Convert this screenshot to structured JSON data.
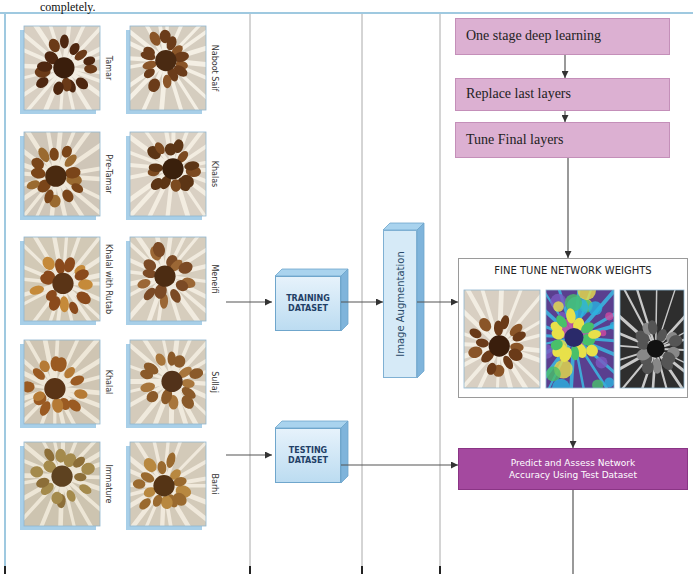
{
  "diagram": {
    "nodes": [
      {
        "text": [
          "TRAINING DATASET"
        ]
      },
      {
        "text": [
          "TESTING DATASET"
        ]
      },
      {
        "text": [
          "Image Augmentation"
        ]
      },
      {
        "text": [
          "One stage deep learning"
        ]
      },
      {
        "text": [
          "Replace last layers"
        ]
      },
      {
        "text": [
          "Tune Final layers"
        ]
      },
      {
        "text": [
          "FINE TUNE NETWORK WEIGHTS"
        ]
      },
      {
        "text": [
          "Predict and Assess Network Accuracy Using Test Dataset"
        ]
      }
    ],
    "edges": [
      {
        "from": 0,
        "to": 2,
        "arrow": "to"
      },
      {
        "from": 2,
        "to": 6,
        "arrow": "to"
      },
      {
        "from": 3,
        "to": 4,
        "arrow": "to"
      },
      {
        "from": 4,
        "to": 5,
        "arrow": "to"
      },
      {
        "from": 5,
        "to": 6,
        "arrow": "to"
      },
      {
        "from": 6,
        "to": 7,
        "arrow": "to"
      },
      {
        "from": 1,
        "to": 7,
        "arrow": "to"
      }
    ],
    "labels": [
      "completely.",
      "Tamar",
      "Naboot Saif",
      "Pre-Tamar",
      "Khalas",
      "Khalal with Rutab",
      "Meneifi",
      "Khalal",
      "Sullaj",
      "Immature",
      "Barhi"
    ]
  }
}
